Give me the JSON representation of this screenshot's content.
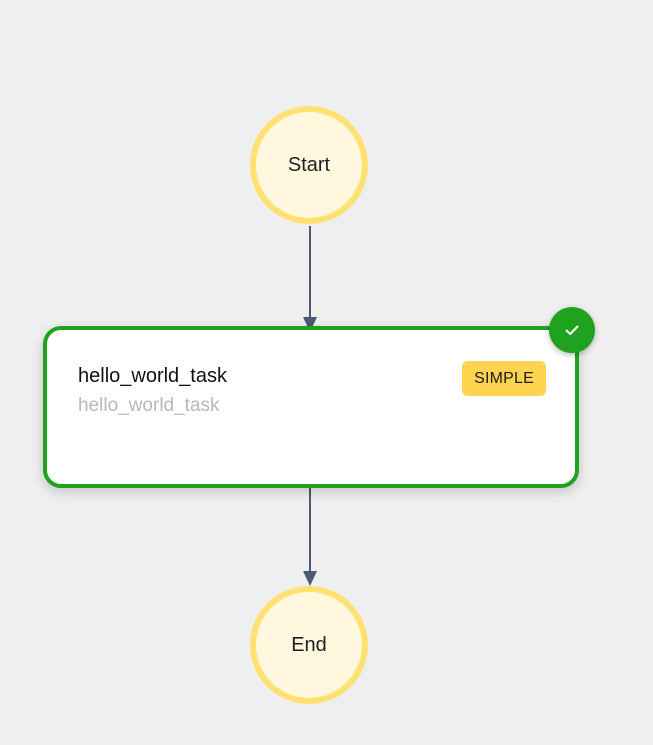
{
  "workflow": {
    "start": {
      "label": "Start"
    },
    "task": {
      "name": "hello_world_task",
      "reference": "hello_world_task",
      "type": "SIMPLE",
      "status": "success"
    },
    "end": {
      "label": "End"
    }
  },
  "icons": {
    "status": "check-icon"
  },
  "colors": {
    "canvas_background": "#efefef",
    "terminal_fill": "#fff8df",
    "terminal_border": "#ffe173",
    "task_border": "#1fa31f",
    "task_type_badge": "#ffd34f",
    "connector": "#4a5a73",
    "reference_text": "#b8b8b8"
  }
}
